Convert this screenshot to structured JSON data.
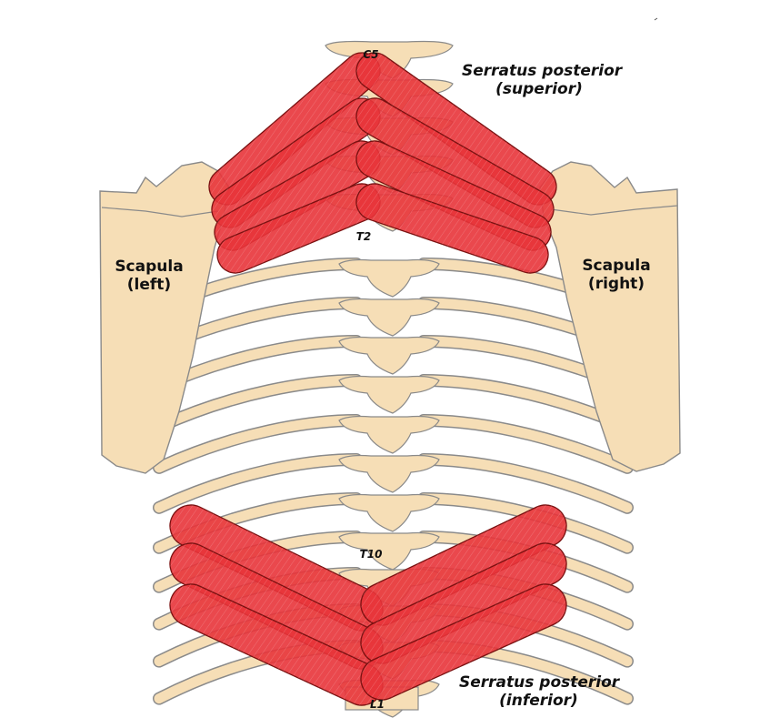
{
  "labels": {
    "superior": {
      "line1": "Serratus posterior",
      "line2": "(superior)"
    },
    "inferior": {
      "line1": "Serratus posterior",
      "line2": "(inferior)"
    },
    "scapula_left": {
      "line1": "Scapula",
      "line2": "(left)"
    },
    "scapula_right": {
      "line1": "Scapula",
      "line2": "(right)"
    },
    "vertebrae": {
      "c5": "C5",
      "t2": "T2",
      "t10": "T10",
      "l1": "L1"
    }
  },
  "colors": {
    "bone": "#f6deb6",
    "bone_outline": "#8a8a8a",
    "muscle": "#e8343a",
    "muscle_light": "#f07070",
    "muscle_outline": "#7a1010",
    "text": "#111111"
  }
}
